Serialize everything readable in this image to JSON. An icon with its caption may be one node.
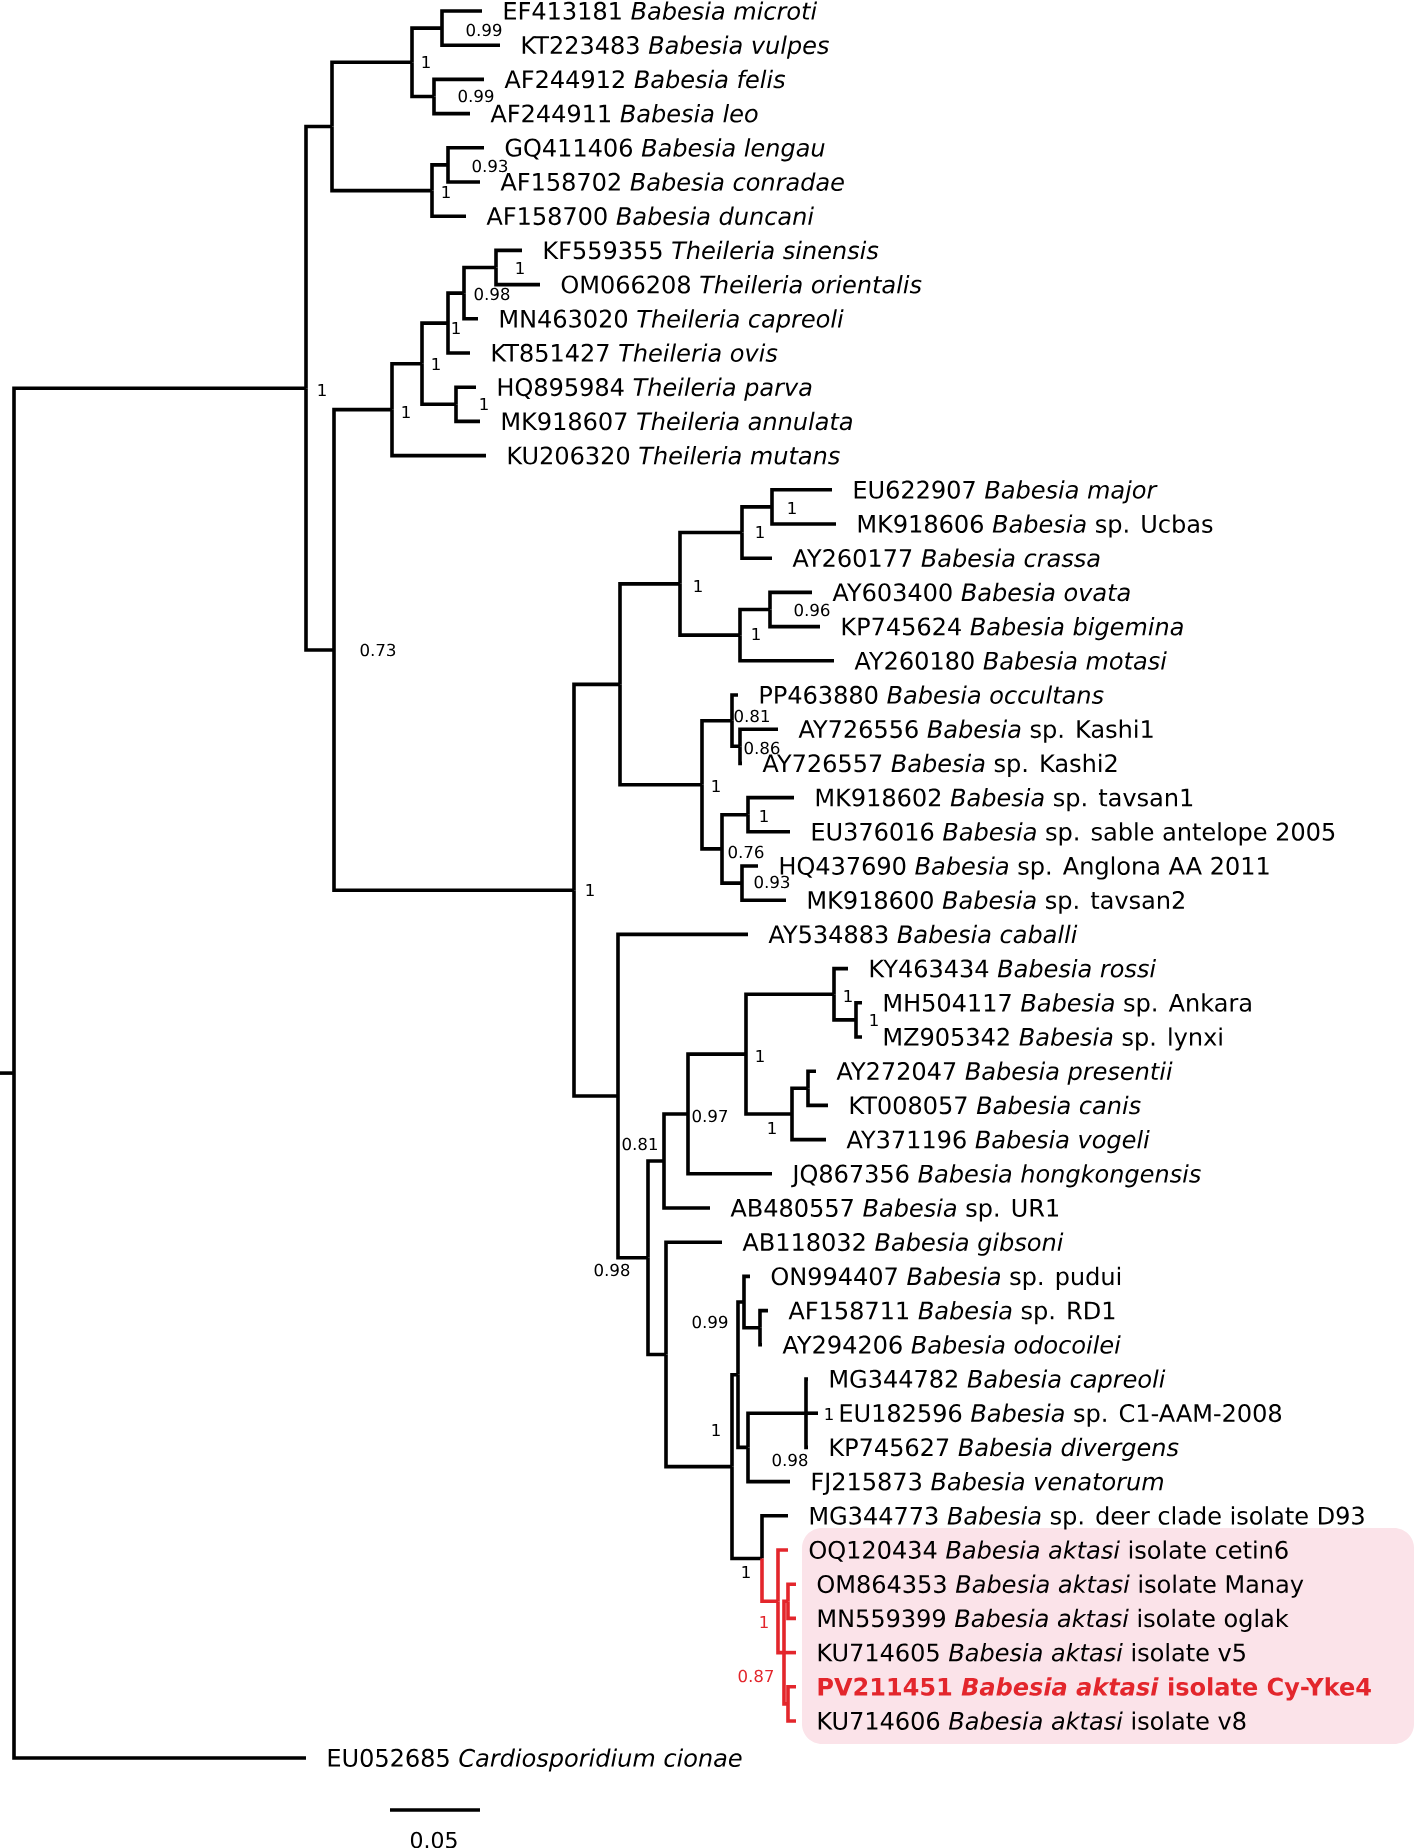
{
  "diagram": {
    "nodes": [
      {
        "text": [
          "OQ120434 *Babesia aktasi* isolate cetin6",
          "OM864353 *Babesia aktasi* isolate Manay",
          "MN559399 *Babesia aktasi* isolate oglak",
          "KU714605 *Babesia aktasi* isolate v5",
          "PV211451 *Babesia aktasi* isolate Cy-Yke4",
          "KU714606 *Babesia aktasi* isolate v8"
        ]
      }
    ],
    "labels": [
      "EF413181 *Babesia microti*",
      "0.99",
      "KT223483 *Babesia vulpes*",
      "1",
      "AF244912 *Babesia felis*",
      "0.99",
      "AF244911 *Babesia leo*",
      "GQ411406 *Babesia lengau*",
      "0.93",
      "AF158702 *Babesia conradae*",
      "1",
      "AF158700 *Babesia duncani*",
      "KF559355 *Theileria sinensis*",
      "1",
      "OM066208 *Theileria orientalis*",
      "0.98",
      "MN463020 *Theileria capreoli*",
      "1",
      "KT851427 *Theileria ovis*",
      "1",
      "HQ895984 *Theileria parva*",
      "1",
      "1",
      "1",
      "MK918607 *Theileria annulata*",
      "KU206320 *Theileria mutans*",
      "EU622907 *Babesia major*",
      "1",
      "MK918606 *Babesia* sp. Ucbas",
      "1",
      "AY260177 *Babesia crassa*",
      "1",
      "AY603400 *Babesia ovata*",
      "0.96",
      "KP745624 *Babesia bigemina*",
      "1",
      "0.73",
      "AY260180 *Babesia motasi*",
      "PP463880 *Babesia occultans*",
      "0.81",
      "AY726556 *Babesia* sp. Kashi1",
      "0.86",
      "AY726557 *Babesia* sp. Kashi2",
      "1",
      "MK918602 *Babesia* sp. tavsan1",
      "1",
      "EU376016 *Babesia* sp. sable antelope 2005",
      "0.76",
      "HQ437690 *Babesia* sp. Anglona AA 2011",
      "0.93",
      "1",
      "MK918600 *Babesia* sp. tavsan2",
      "AY534883 *Babesia caballi*",
      "KY463434 *Babesia rossi*",
      "1",
      "MH504117 *Babesia* sp. Ankara",
      "1",
      "MZ905342 *Babesia* sp. lynxi",
      "1",
      "AY272047 *Babesia presentii*",
      "KT008057 *Babesia canis*",
      "0.97",
      "1",
      "AY371196 *Babesia vogeli*",
      "0.81",
      "JQ867356 *Babesia hongkongensis*",
      "AB480557 *Babesia* sp. UR1",
      "AB118032 *Babesia gibsoni*",
      "0.98",
      "ON994407 *Babesia* sp. pudui",
      "AF158711 *Babesia* sp. RD1",
      "0.99",
      "AY294206 *Babesia odocoilei*",
      "MG344782 *Babesia capreoli*",
      "1",
      "EU182596 *Babesia* sp. C1-AAM-2008",
      "1",
      "KP745627 *Babesia divergens*",
      "0.98",
      "FJ215873 *Babesia venatorum*",
      "MG344773 *Babesia* sp. deer clade isolate D93",
      "1",
      "1",
      "0.87",
      "EU052685 *Cardiosporidium cionae*",
      "0.05"
    ]
  }
}
